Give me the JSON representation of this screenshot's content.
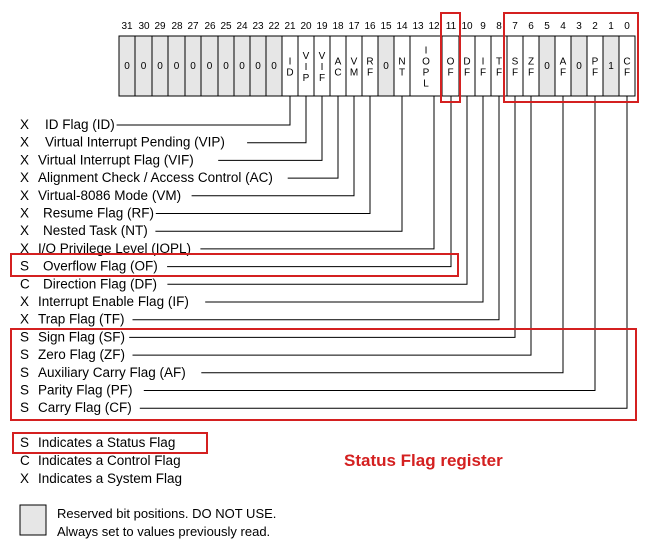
{
  "title": "Status Flag register",
  "colors": {
    "highlight": "#d42020",
    "reserved_fill": "#e6e6e6",
    "line": "#000000"
  },
  "bit_numbers": [
    "31",
    "30",
    "29",
    "28",
    "27",
    "26",
    "25",
    "24",
    "23",
    "22",
    "21",
    "20",
    "19",
    "18",
    "17",
    "16",
    "15",
    "14",
    "13",
    "12",
    "11",
    "10",
    "9",
    "8",
    "7",
    "6",
    "5",
    "4",
    "3",
    "2",
    "1",
    "0"
  ],
  "register_cells": [
    {
      "text": "0",
      "reserved": true
    },
    {
      "text": "0",
      "reserved": true
    },
    {
      "text": "0",
      "reserved": true
    },
    {
      "text": "0",
      "reserved": true
    },
    {
      "text": "0",
      "reserved": true
    },
    {
      "text": "0",
      "reserved": true
    },
    {
      "text": "0",
      "reserved": true
    },
    {
      "text": "0",
      "reserved": true
    },
    {
      "text": "0",
      "reserved": true
    },
    {
      "text": "0",
      "reserved": true
    },
    {
      "text": "ID",
      "reserved": false
    },
    {
      "text": "VIP",
      "reserved": false
    },
    {
      "text": "VIF",
      "reserved": false
    },
    {
      "text": "AC",
      "reserved": false
    },
    {
      "text": "VM",
      "reserved": false
    },
    {
      "text": "RF",
      "reserved": false
    },
    {
      "text": "0",
      "reserved": true
    },
    {
      "text": "NT",
      "reserved": false
    },
    {
      "text": "IOPL",
      "reserved": false
    },
    {
      "text": "OF",
      "reserved": false
    },
    {
      "text": "DF",
      "reserved": false
    },
    {
      "text": "IF",
      "reserved": false
    },
    {
      "text": "TF",
      "reserved": false
    },
    {
      "text": "SF",
      "reserved": false
    },
    {
      "text": "ZF",
      "reserved": false
    },
    {
      "text": "0",
      "reserved": true
    },
    {
      "text": "AF",
      "reserved": false
    },
    {
      "text": "0",
      "reserved": true
    },
    {
      "text": "PF",
      "reserved": false
    },
    {
      "text": "1",
      "reserved": true
    },
    {
      "text": "CF",
      "reserved": false
    }
  ],
  "flags": [
    {
      "type": "X",
      "label": "ID Flag (ID)",
      "bit": "21"
    },
    {
      "type": "X",
      "label": "Virtual Interrupt Pending (VIP)",
      "bit": "20"
    },
    {
      "type": "X",
      "label": "Virtual Interrupt Flag (VIF)",
      "bit": "19"
    },
    {
      "type": "X",
      "label": "Alignment Check / Access Control (AC)",
      "bit": "18"
    },
    {
      "type": "X",
      "label": "Virtual-8086 Mode (VM)",
      "bit": "17"
    },
    {
      "type": "X",
      "label": "Resume Flag (RF)",
      "bit": "16"
    },
    {
      "type": "X",
      "label": "Nested Task (NT)",
      "bit": "14"
    },
    {
      "type": "X",
      "label": "I/O Privilege Level (IOPL)",
      "bit": "12"
    },
    {
      "type": "S",
      "label": "Overflow Flag (OF)",
      "bit": "11"
    },
    {
      "type": "C",
      "label": "Direction Flag (DF)",
      "bit": "10"
    },
    {
      "type": "X",
      "label": "Interrupt Enable Flag (IF)",
      "bit": "9"
    },
    {
      "type": "X",
      "label": "Trap Flag (TF)",
      "bit": "8"
    },
    {
      "type": "S",
      "label": "Sign Flag (SF)",
      "bit": "7"
    },
    {
      "type": "S",
      "label": "Zero Flag (ZF)",
      "bit": "6"
    },
    {
      "type": "S",
      "label": "Auxiliary Carry Flag (AF)",
      "bit": "4"
    },
    {
      "type": "S",
      "label": "Parity Flag (PF)",
      "bit": "2"
    },
    {
      "type": "S",
      "label": "Carry Flag (CF)",
      "bit": "0"
    }
  ],
  "legend": [
    {
      "symbol": "S",
      "text": "Indicates a Status Flag"
    },
    {
      "symbol": "C",
      "text": "Indicates a Control Flag"
    },
    {
      "symbol": "X",
      "text": "Indicates a System Flag"
    }
  ],
  "reserved_note": {
    "line1": "Reserved bit positions. DO NOT USE.",
    "line2": "Always set to values previously read."
  }
}
